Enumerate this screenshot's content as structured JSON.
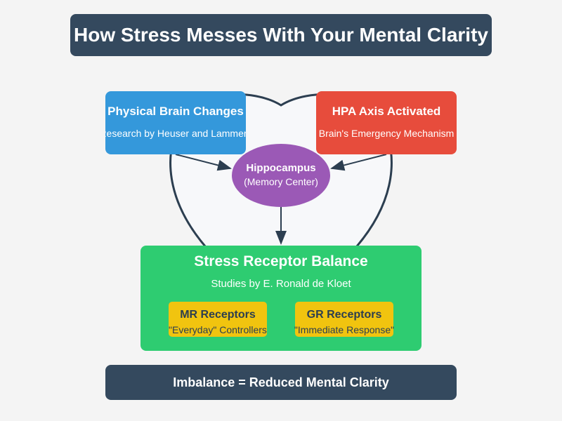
{
  "title": "How Stress Messes With Your Mental Clarity",
  "physical_card": {
    "heading": "Physical Brain Changes",
    "subtitle": "Research by Heuser and Lammers",
    "color": "#3498db"
  },
  "hpa_card": {
    "heading": "HPA Axis Activated",
    "subtitle": "Brain's Emergency Mechanism",
    "color": "#e74c3c"
  },
  "hippocampus": {
    "heading": "Hippocampus",
    "subtitle": "(Memory Center)",
    "color": "#9b59b6"
  },
  "receptor_balance": {
    "heading": "Stress Receptor Balance",
    "subtitle": "Studies by E. Ronald de Kloet",
    "color": "#2ecc71",
    "mr": {
      "heading": "MR Receptors",
      "subtitle": "\"Everyday\" Controllers"
    },
    "gr": {
      "heading": "GR Receptors",
      "subtitle": "\"Immediate Response\""
    }
  },
  "conclusion": "Imbalance = Reduced Mental Clarity",
  "colors": {
    "dark": "#34495e",
    "yellow": "#f1c40f",
    "background": "#f4f4f4",
    "heart_fill": "#f7f8fa"
  }
}
